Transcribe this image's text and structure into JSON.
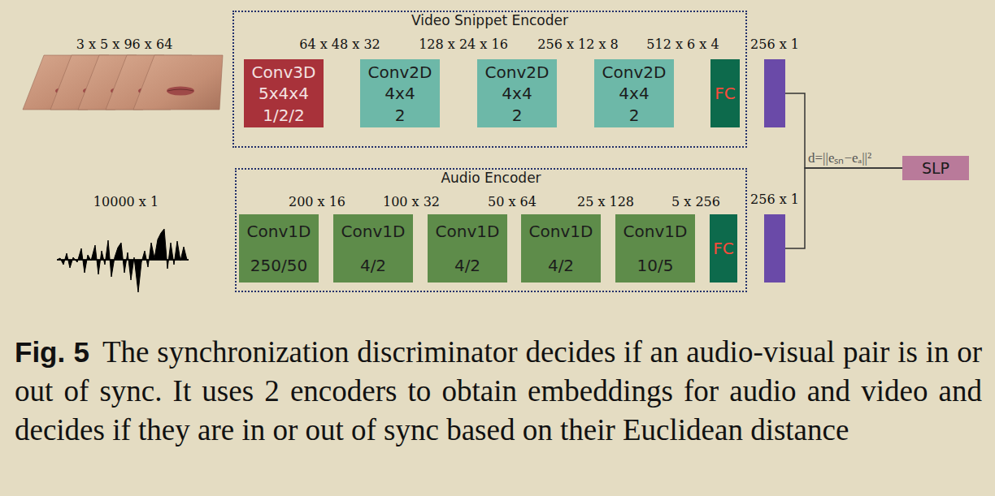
{
  "diagram": {
    "caption": "The synchronization discriminator decides if an audio-visual pair is in or out of sync. It uses 2 encoders to obtain embeddings for audio and video and decides if they are in or out of sync based on their Euclidean distance",
    "nodes": [
      {
        "text": [
          "Video Snippet Encoder"
        ]
      },
      {
        "text": [
          "Conv3D",
          "5x4x4",
          "1/2/2"
        ],
        "in": 0
      },
      {
        "text": [
          "Conv2D",
          "4x4",
          "2"
        ],
        "in": 0
      },
      {
        "text": [
          "Conv2D",
          "4x4",
          "2"
        ],
        "in": 0
      },
      {
        "text": [
          "Conv2D",
          "4x4",
          "2"
        ],
        "in": 0
      },
      {
        "text": [
          "FC"
        ],
        "in": 0
      },
      {
        "text": [
          "256 x 1"
        ]
      },
      {
        "text": [
          "Audio Encoder"
        ]
      },
      {
        "text": [
          "Conv1D",
          "250/50"
        ],
        "in": 7
      },
      {
        "text": [
          "Conv1D",
          "4/2"
        ],
        "in": 7
      },
      {
        "text": [
          "Conv1D",
          "4/2"
        ],
        "in": 7
      },
      {
        "text": [
          "Conv1D",
          "4/2"
        ],
        "in": 7
      },
      {
        "text": [
          "Conv1D",
          "10/5"
        ],
        "in": 7
      },
      {
        "text": [
          "FC"
        ],
        "in": 7
      },
      {
        "text": [
          "256 x 1"
        ]
      },
      {
        "text": [
          "SLP"
        ]
      }
    ],
    "edges": [
      {
        "from": 6,
        "to": 15,
        "arrow": "none",
        "label": "d=||eₛₙ−eₐ||²"
      },
      {
        "from": 14,
        "to": 15,
        "arrow": "none"
      }
    ],
    "labels": [
      "3 x 5 x 96 x 64",
      "64 x 48 x 32",
      "128 x 24 x 16",
      "256 x 12 x 8",
      "512 x 6 x 4",
      "10000 x 1",
      "200 x 16",
      "100 x 32",
      "50 x 64",
      "25 x 128",
      "5 x 256",
      "Fig. 5"
    ]
  }
}
